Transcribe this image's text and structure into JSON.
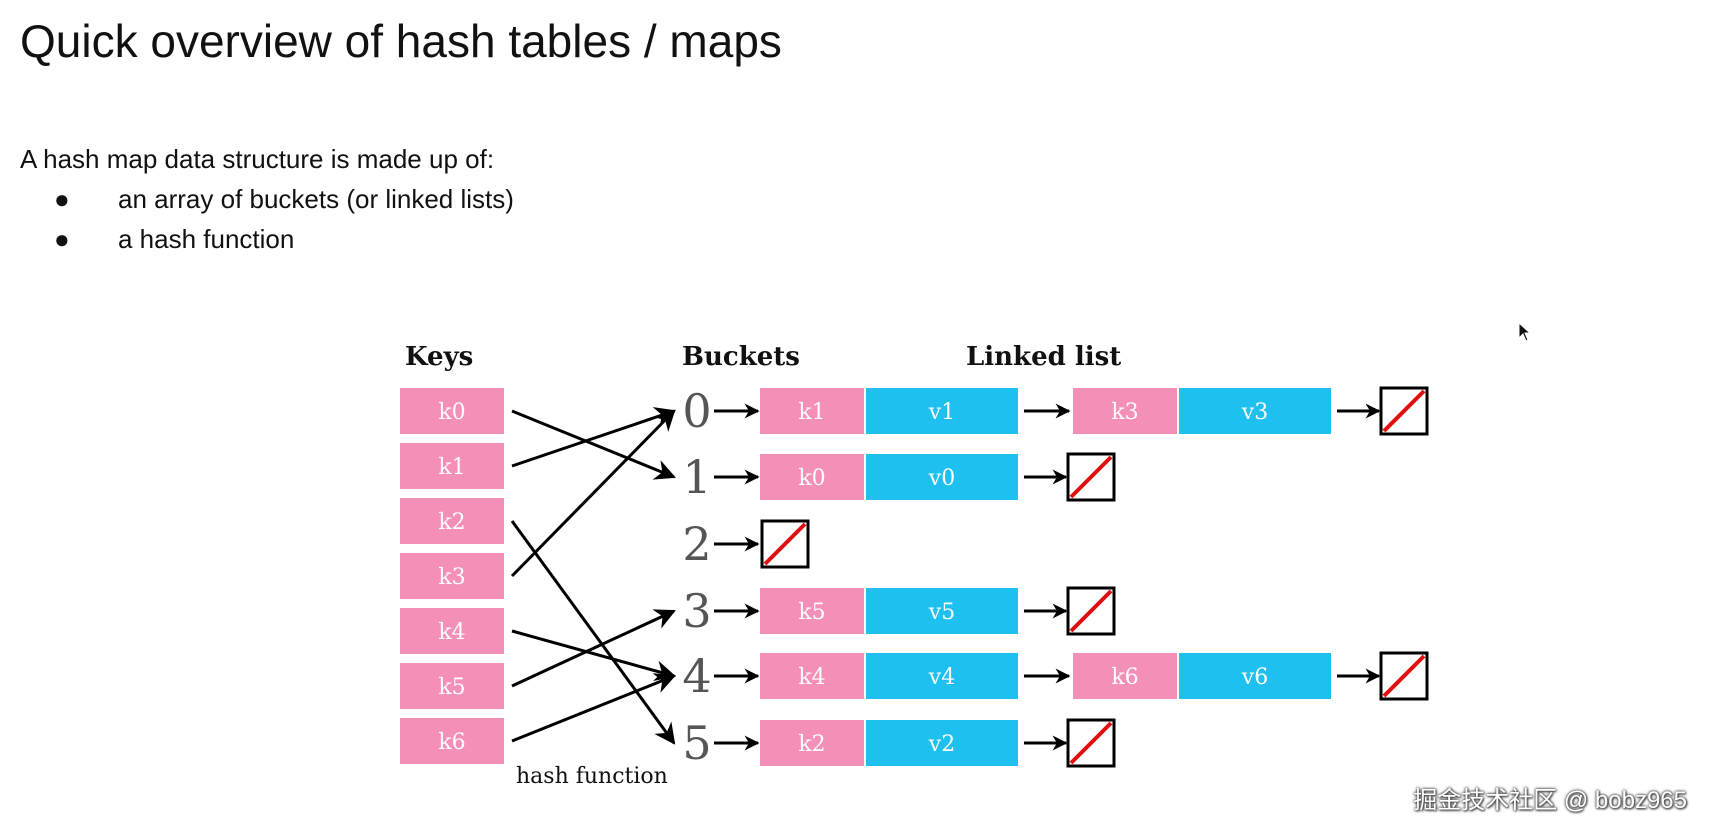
{
  "slide": {
    "title": "Quick overview of hash tables / maps",
    "intro": "A hash map data structure is made up of:",
    "bullets": [
      "an array of buckets (or linked lists)",
      "a hash function"
    ]
  },
  "diagram": {
    "headers": {
      "keys": "Keys",
      "buckets": "Buckets",
      "linked_list": "Linked list"
    },
    "hash_function_label": "hash function",
    "keys": [
      "k0",
      "k1",
      "k2",
      "k3",
      "k4",
      "k5",
      "k6"
    ],
    "buckets": [
      "0",
      "1",
      "2",
      "3",
      "4",
      "5"
    ],
    "mapping": [
      {
        "key": "k0",
        "bucket": "1"
      },
      {
        "key": "k1",
        "bucket": "0"
      },
      {
        "key": "k2",
        "bucket": "5"
      },
      {
        "key": "k3",
        "bucket": "0"
      },
      {
        "key": "k4",
        "bucket": "4"
      },
      {
        "key": "k5",
        "bucket": "3"
      },
      {
        "key": "k6",
        "bucket": "4"
      }
    ],
    "chains": [
      {
        "bucket": "0",
        "nodes": [
          {
            "key": "k1",
            "value": "v1"
          },
          {
            "key": "k3",
            "value": "v3"
          }
        ]
      },
      {
        "bucket": "1",
        "nodes": [
          {
            "key": "k0",
            "value": "v0"
          }
        ]
      },
      {
        "bucket": "2",
        "nodes": []
      },
      {
        "bucket": "3",
        "nodes": [
          {
            "key": "k5",
            "value": "v5"
          }
        ]
      },
      {
        "bucket": "4",
        "nodes": [
          {
            "key": "k4",
            "value": "v4"
          },
          {
            "key": "k6",
            "value": "v6"
          }
        ]
      },
      {
        "bucket": "5",
        "nodes": [
          {
            "key": "k2",
            "value": "v2"
          }
        ]
      }
    ],
    "colors": {
      "key_cell": "#f48fb8",
      "value_cell": "#1ec0f0",
      "cell_text": "#ffffff",
      "arrow": "#000000",
      "null_slash": "#e01010",
      "text": "#111111",
      "bucket_index": "#555555"
    },
    "null_marker_icon": "null-pointer-box-icon"
  },
  "watermark": "掘金技术社区 @ bobz965"
}
